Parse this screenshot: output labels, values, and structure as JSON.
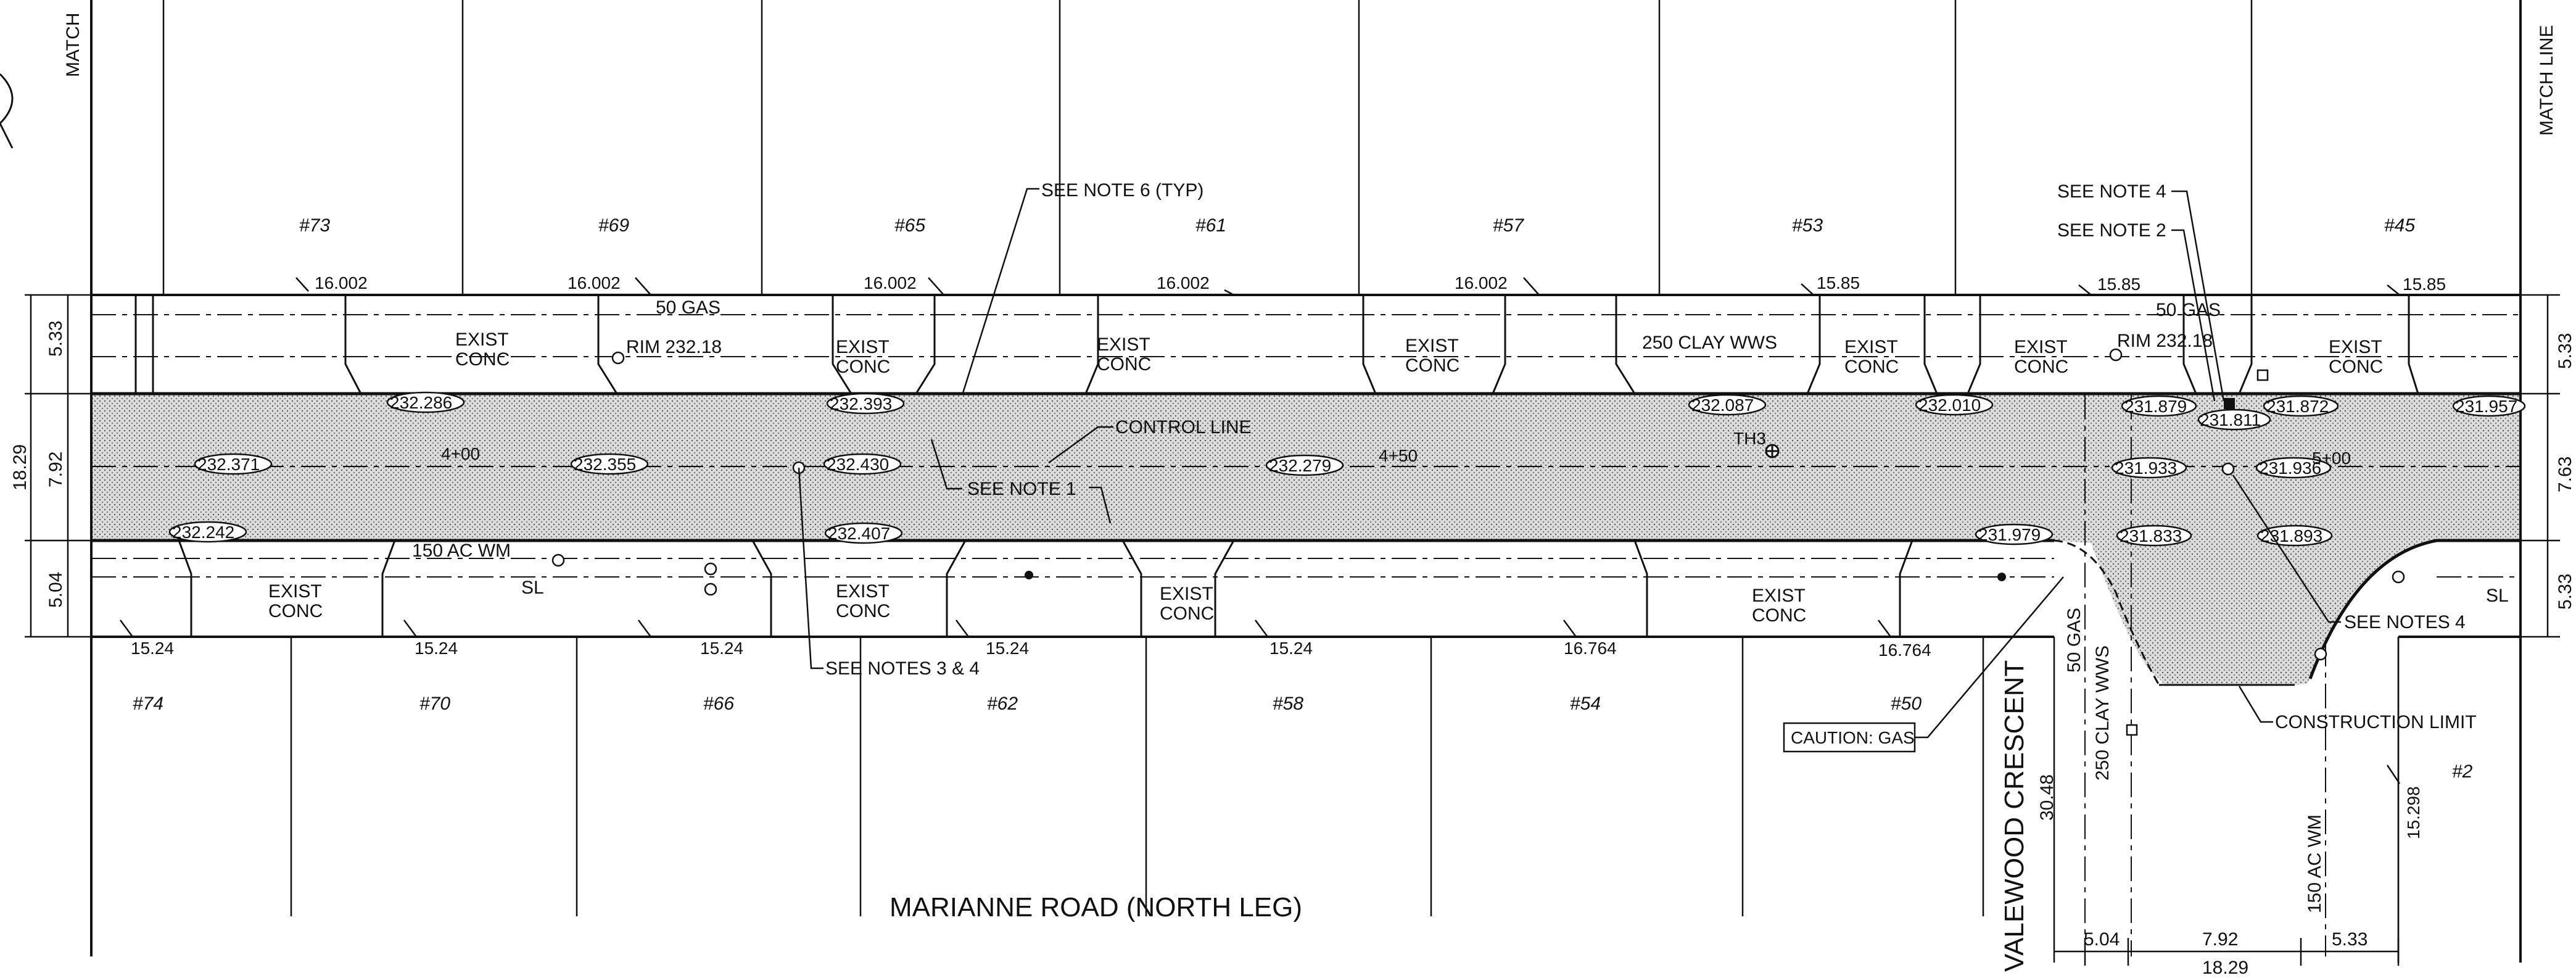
{
  "drawing": {
    "street_name": "MARIANNE ROAD (NORTH LEG)",
    "cross_street": "VALEWOOD CRESCENT",
    "match_line_left": "MATCH",
    "match_line_right": "MATCH LINE"
  },
  "lots_north": [
    "#73",
    "#69",
    "#65",
    "#61",
    "#57",
    "#53",
    "#45"
  ],
  "lots_south": [
    "#74",
    "#70",
    "#66",
    "#62",
    "#58",
    "#54",
    "#50",
    "#2"
  ],
  "property_elevations_north": [
    "16.002",
    "16.002",
    "16.002",
    "16.002",
    "16.002",
    "15.85",
    "15.85",
    "15.85"
  ],
  "property_elevations_south": [
    "15.24",
    "15.24",
    "15.24",
    "15.24",
    "15.24",
    "16.764",
    "16.764",
    "15.298"
  ],
  "road_elevations": {
    "north_edge": [
      "232.286",
      "232.393",
      "232.087",
      "232.010",
      "231.879",
      "231.872",
      "231.957",
      "231.811"
    ],
    "centerline": [
      "232.371",
      "232.355",
      "232.430",
      "232.279",
      "231.933",
      "231.936"
    ],
    "south_edge": [
      "232.242",
      "232.407",
      "231.979",
      "231.833",
      "231.893"
    ]
  },
  "stations": [
    "4+00",
    "4+50",
    "5+00"
  ],
  "dimensions": {
    "left": [
      "5.33",
      "7.92",
      "5.04",
      "18.29"
    ],
    "right": [
      "5.33",
      "7.63",
      "5.33"
    ],
    "bottom": [
      "5.04",
      "7.92",
      "5.33",
      "18.29"
    ],
    "cross_street_width": "30.48"
  },
  "utilities": {
    "gas_north_1": "50 GAS",
    "gas_north_2": "50 GAS",
    "rim_1": "RIM 232.18",
    "rim_2": "RIM 232.18",
    "clay_wws": "250 CLAY WWS",
    "watermain_south": "150 AC WM",
    "streetlight": "SL",
    "streetlight_2": "SL",
    "vert_gas": "50 GAS",
    "vert_wws": "250 CLAY WWS",
    "vert_wm": "150 AC WM"
  },
  "concrete_label": [
    "EXIST",
    "CONC"
  ],
  "callouts": {
    "see_note_6": "SEE NOTE 6 (TYP)",
    "control_line": "CONTROL LINE",
    "see_note_1": "SEE NOTE 1",
    "see_notes_3_4": "SEE NOTES 3 & 4",
    "see_note_4_a": "SEE NOTE 4",
    "see_note_2": "SEE NOTE 2",
    "see_notes_4_b": "SEE NOTES 4",
    "construction_limit": "CONSTRUCTION LIMIT",
    "caution_gas": "CAUTION: GAS",
    "test_hole": "TH3"
  }
}
